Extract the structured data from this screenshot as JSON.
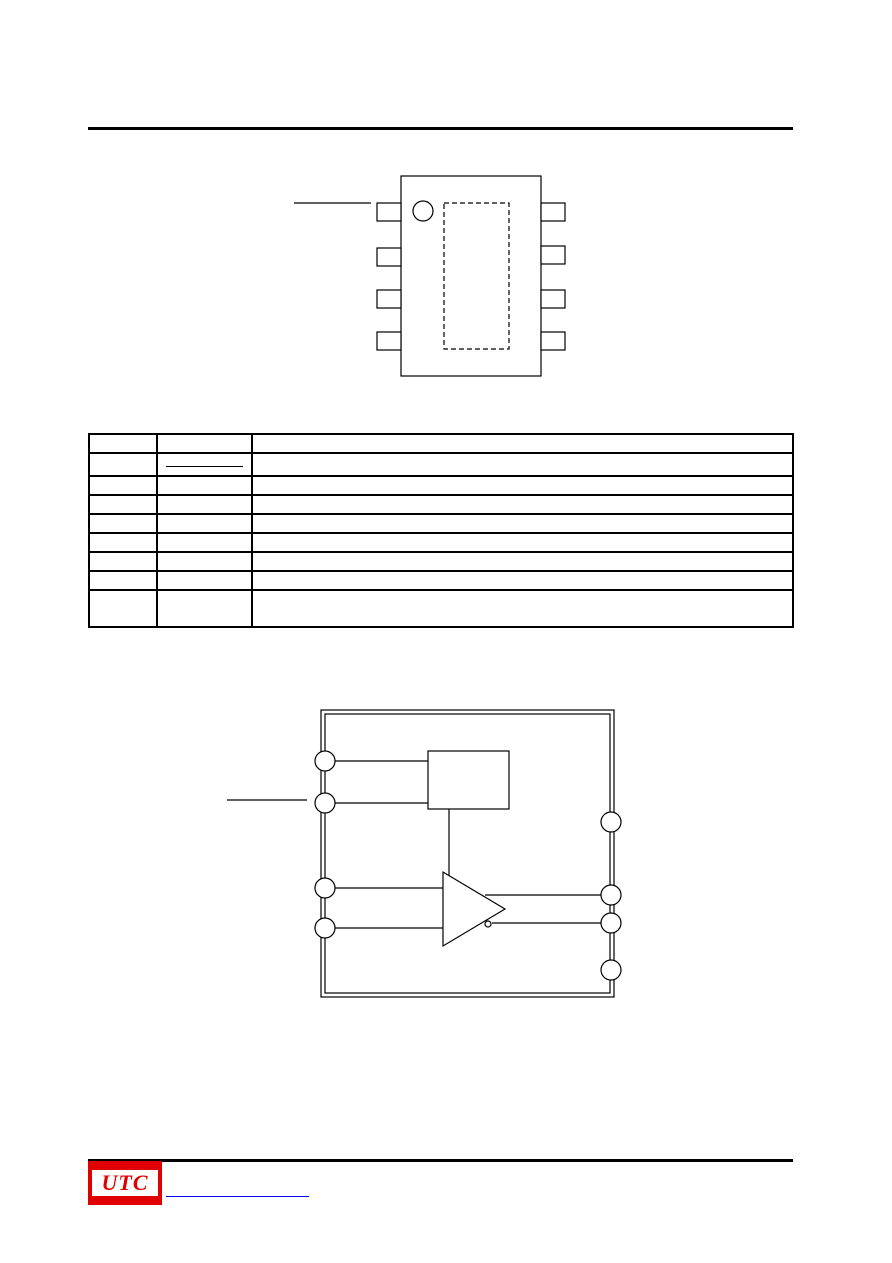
{
  "logo": {
    "text": "UTC",
    "brand_color": "#e00000"
  },
  "colors": {
    "link": "#0000ee",
    "line": "#000000"
  },
  "pin_table": {
    "rows": 9,
    "columns": 3
  }
}
